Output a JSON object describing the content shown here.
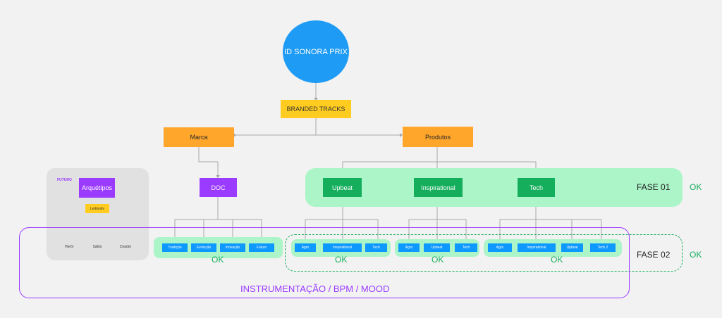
{
  "root": "ID SONORA PRIX",
  "level1": "BRANDED TRACKS",
  "branches": {
    "marca": "Marca",
    "produtos": "Produtos"
  },
  "archetypes": {
    "tag": "FUTURO",
    "title": "Arquétipos",
    "sub": "Leitmotiv",
    "leaves": [
      "Herói",
      "Sábio",
      "Criador"
    ]
  },
  "doc": {
    "title": "DOC",
    "items": [
      "Tradição",
      "Evolução",
      "Inovação",
      "Futuro"
    ],
    "status": "OK"
  },
  "products": [
    {
      "title": "Upbeat",
      "items": [
        "Agro",
        "Inspirational",
        "Tech"
      ],
      "status": "OK"
    },
    {
      "title": "Inspirational",
      "items": [
        "Agro",
        "Upbeat",
        "Tech"
      ],
      "status": "OK"
    },
    {
      "title": "Tech",
      "items": [
        "Agro",
        "Inspirational",
        "Upbeat",
        "Tech 2"
      ],
      "status": "OK"
    }
  ],
  "phases": [
    {
      "label": "FASE 01",
      "status": "OK"
    },
    {
      "label": "FASE 02",
      "status": "OK"
    }
  ],
  "footer": "INSTRUMENTAÇÃO / BPM / MOOD",
  "colors": {
    "background": "#f2f2f2",
    "circle": "#1e9bf5",
    "yellow": "#ffcc1f",
    "orange": "#ffa62b",
    "purple": "#9a3bff",
    "green": "#14ae5c",
    "blue": "#0d99ff",
    "mint": "#abf5c8",
    "ok_text": "#14ae5c"
  }
}
